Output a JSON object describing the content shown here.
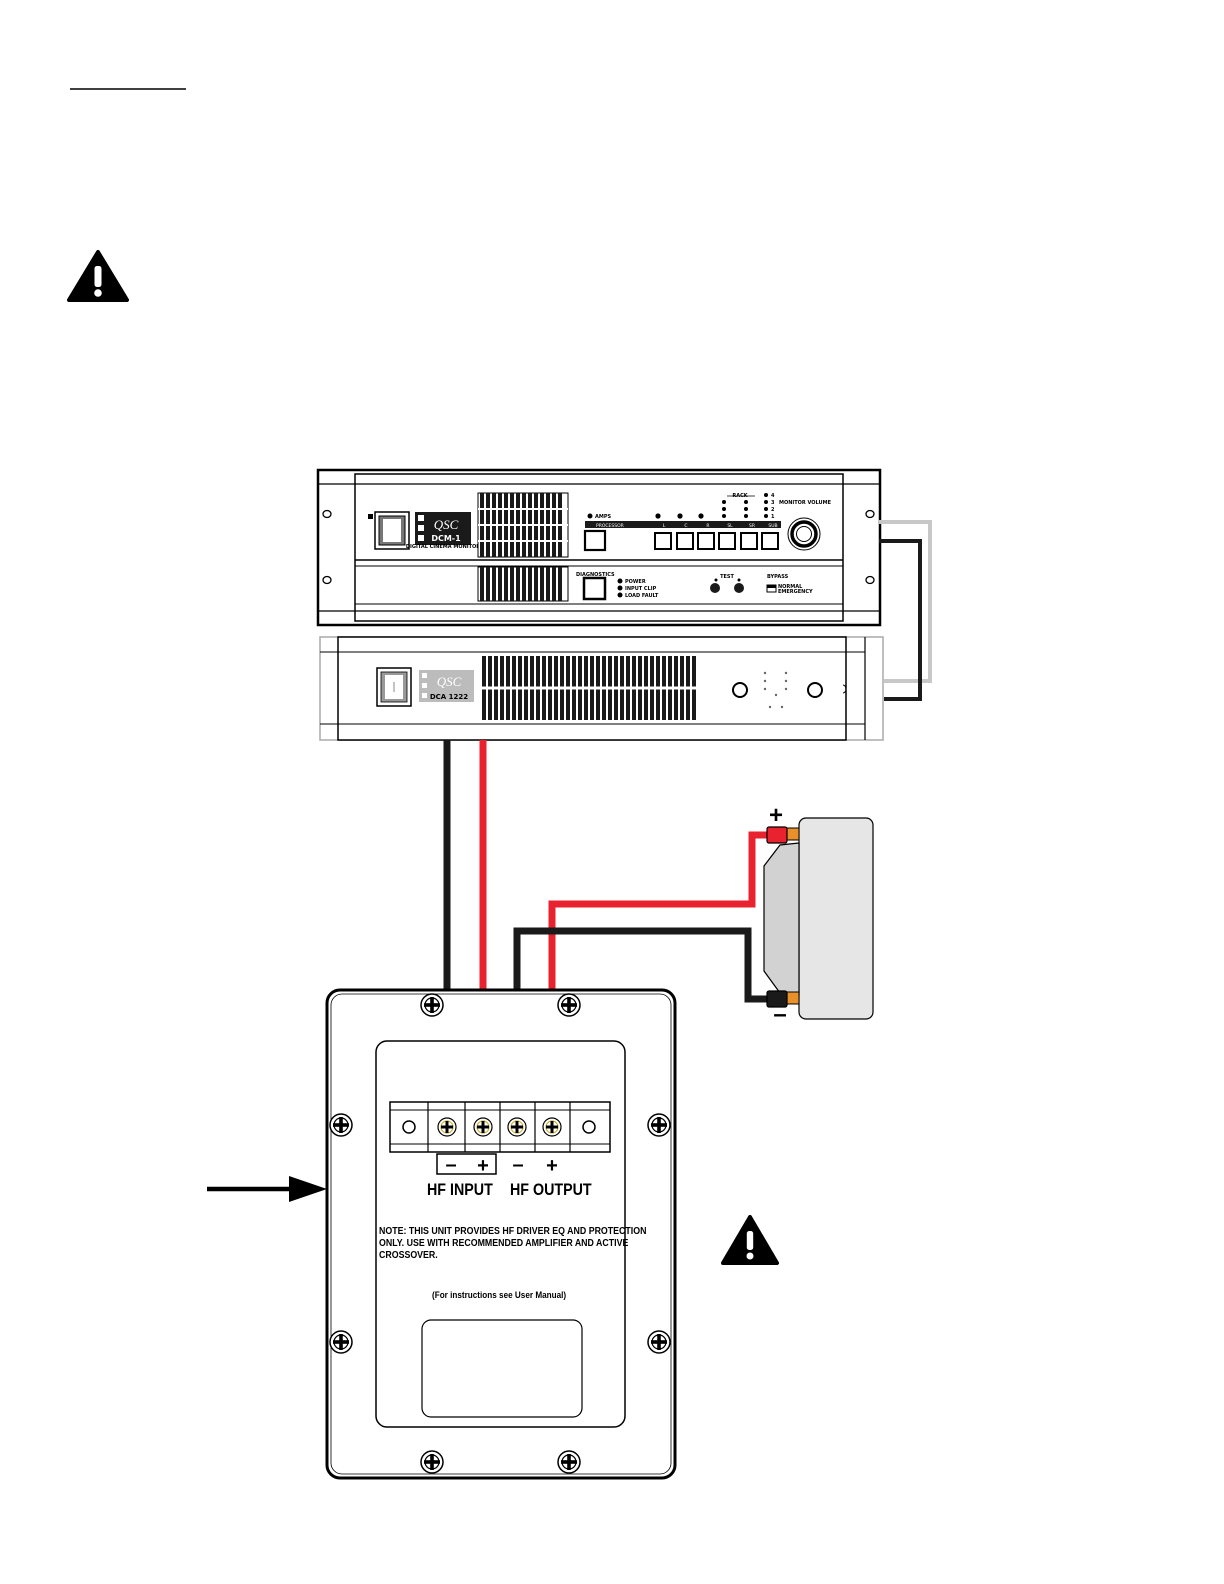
{
  "device_top": {
    "logo": "QSC",
    "model": "DCM-1",
    "subtitle": "DIGITAL CINEMA MONITOR",
    "amps_label": "AMPS",
    "processor_label": "PROCESSOR",
    "channels": [
      "L",
      "C",
      "R",
      "SL",
      "SR",
      "SUB"
    ],
    "rack_label": "RACK",
    "rack_levels": [
      "4",
      "3",
      "2",
      "1"
    ],
    "monitor_volume_label": "MONITOR VOLUME",
    "diagnostics_label": "DIAGNOSTICS",
    "status_leds": [
      "POWER",
      "INPUT CLIP",
      "LOAD FAULT"
    ],
    "test_label": "TEST",
    "bypass_label": "BYPASS",
    "bypass_modes": [
      "NORMAL",
      "EMERGENCY"
    ]
  },
  "amplifier": {
    "logo": "QSC",
    "model": "DCA 1222"
  },
  "driver": {
    "plus_sign": "+",
    "minus_sign": "–"
  },
  "crossover_plate": {
    "input_minus": "–",
    "input_plus": "+",
    "output_minus": "–",
    "output_plus": "+",
    "hf_input_label": "HF INPUT",
    "hf_output_label": "HF OUTPUT",
    "note_lines": [
      "NOTE: THIS UNIT PROVIDES HF DRIVER EQ AND PROTECTION",
      "ONLY. USE WITH RECOMMENDED AMPLIFIER AND ACTIVE",
      "CROSSOVER."
    ],
    "instructions": "(For instructions see User Manual)"
  },
  "colors": {
    "positive_wire": "#e8222e",
    "negative_wire": "#1a1a1a",
    "signal_cable": "#c8c8c8"
  },
  "icons": [
    "warning-icon",
    "arrow-right-icon"
  ]
}
